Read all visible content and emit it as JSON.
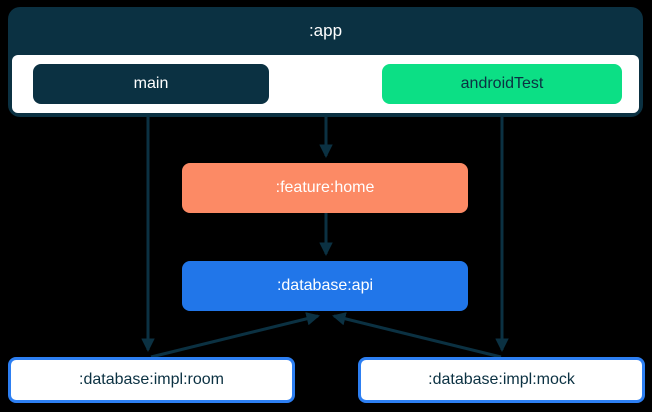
{
  "diagram": {
    "app": {
      "label": ":app",
      "source_sets": [
        {
          "id": "main",
          "label": "main"
        },
        {
          "id": "androidTest",
          "label": "androidTest"
        }
      ]
    },
    "modules": {
      "feature_home": {
        "label": ":feature:home"
      },
      "database_api": {
        "label": ":database:api"
      },
      "database_impl_room": {
        "label": ":database:impl:room"
      },
      "database_impl_mock": {
        "label": ":database:impl:mock"
      }
    },
    "edges": [
      {
        "from": ":app (main)",
        "to": ":database:impl:room"
      },
      {
        "from": ":app",
        "to": ":feature:home"
      },
      {
        "from": ":app (androidTest)",
        "to": ":database:impl:mock"
      },
      {
        "from": ":feature:home",
        "to": ":database:api"
      },
      {
        "from": ":database:impl:room",
        "to": ":database:api"
      },
      {
        "from": ":database:impl:mock",
        "to": ":database:api"
      }
    ]
  },
  "colors": {
    "background": "#000000",
    "navy": "#0b3142",
    "green": "#0cdf85",
    "coral": "#fc8a65",
    "blue": "#2176e9",
    "border_blue": "#2d7ff2",
    "white": "#ffffff"
  }
}
